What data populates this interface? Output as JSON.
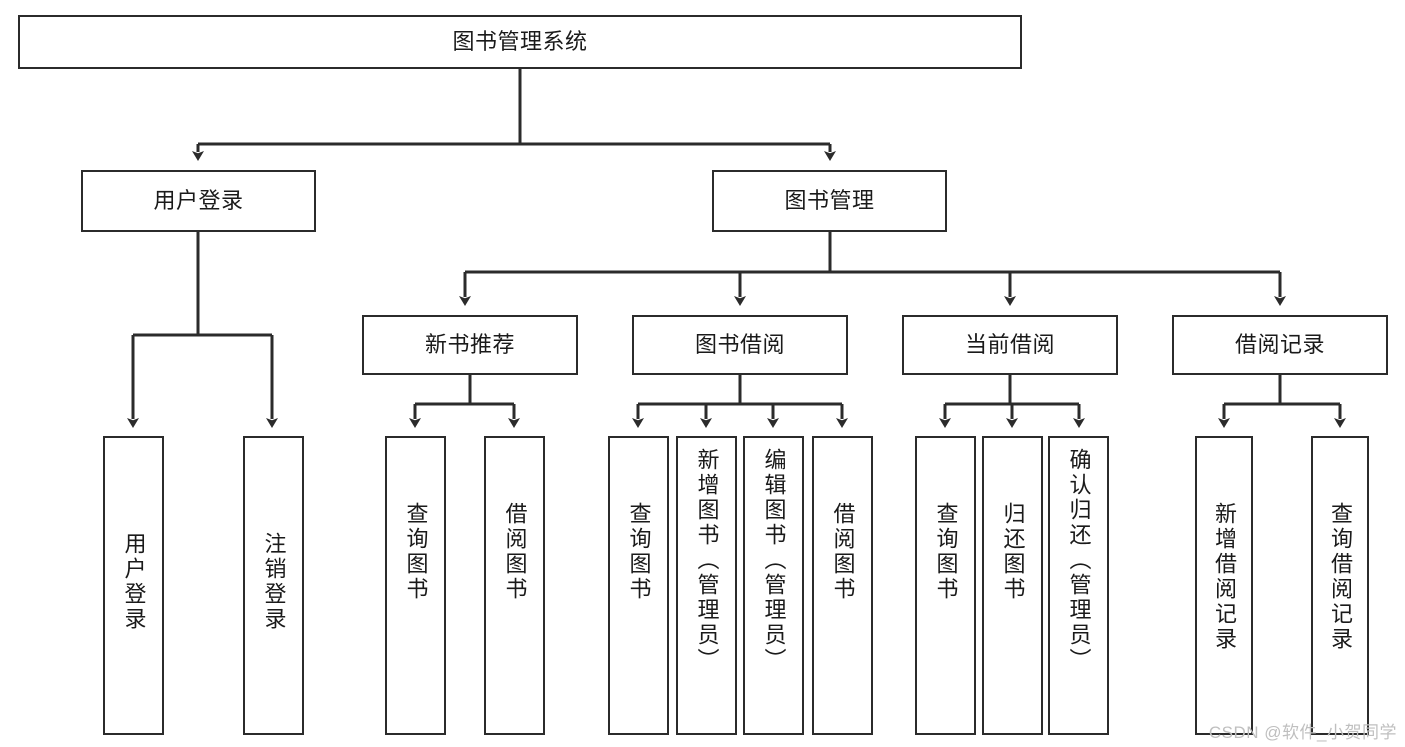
{
  "diagram": {
    "title": "图书管理系统",
    "watermark": "CSDN @软件_小贺同学",
    "line_color": "#2b2b2b",
    "box_border_color": "#2b2b2b",
    "box_fill_color": "#ffffff",
    "text_color": "#1a1a1a",
    "watermark_color": "#bfbfbf",
    "background_color": "#ffffff"
  },
  "nodes": {
    "root": {
      "label": "图书管理系统"
    },
    "level1": [
      {
        "label": "用户登录"
      },
      {
        "label": "图书管理"
      }
    ],
    "level2": [
      {
        "label": "新书推荐"
      },
      {
        "label": "图书借阅"
      },
      {
        "label": "当前借阅"
      },
      {
        "label": "借阅记录"
      }
    ],
    "leaves": {
      "user_login": [
        {
          "label": "用户登录"
        },
        {
          "label": "注销登录"
        }
      ],
      "new_book_recommend": [
        {
          "label": "查询图书"
        },
        {
          "label": "借阅图书"
        }
      ],
      "book_borrow": [
        {
          "label": "查询图书"
        },
        {
          "label": "新增图书（管理员）"
        },
        {
          "label": "编辑图书（管理员）"
        },
        {
          "label": "借阅图书"
        }
      ],
      "current_borrow": [
        {
          "label": "查询图书"
        },
        {
          "label": "归还图书"
        },
        {
          "label": "确认归还（管理员）"
        }
      ],
      "borrow_record": [
        {
          "label": "新增借阅记录"
        },
        {
          "label": "查询借阅记录"
        }
      ]
    }
  }
}
